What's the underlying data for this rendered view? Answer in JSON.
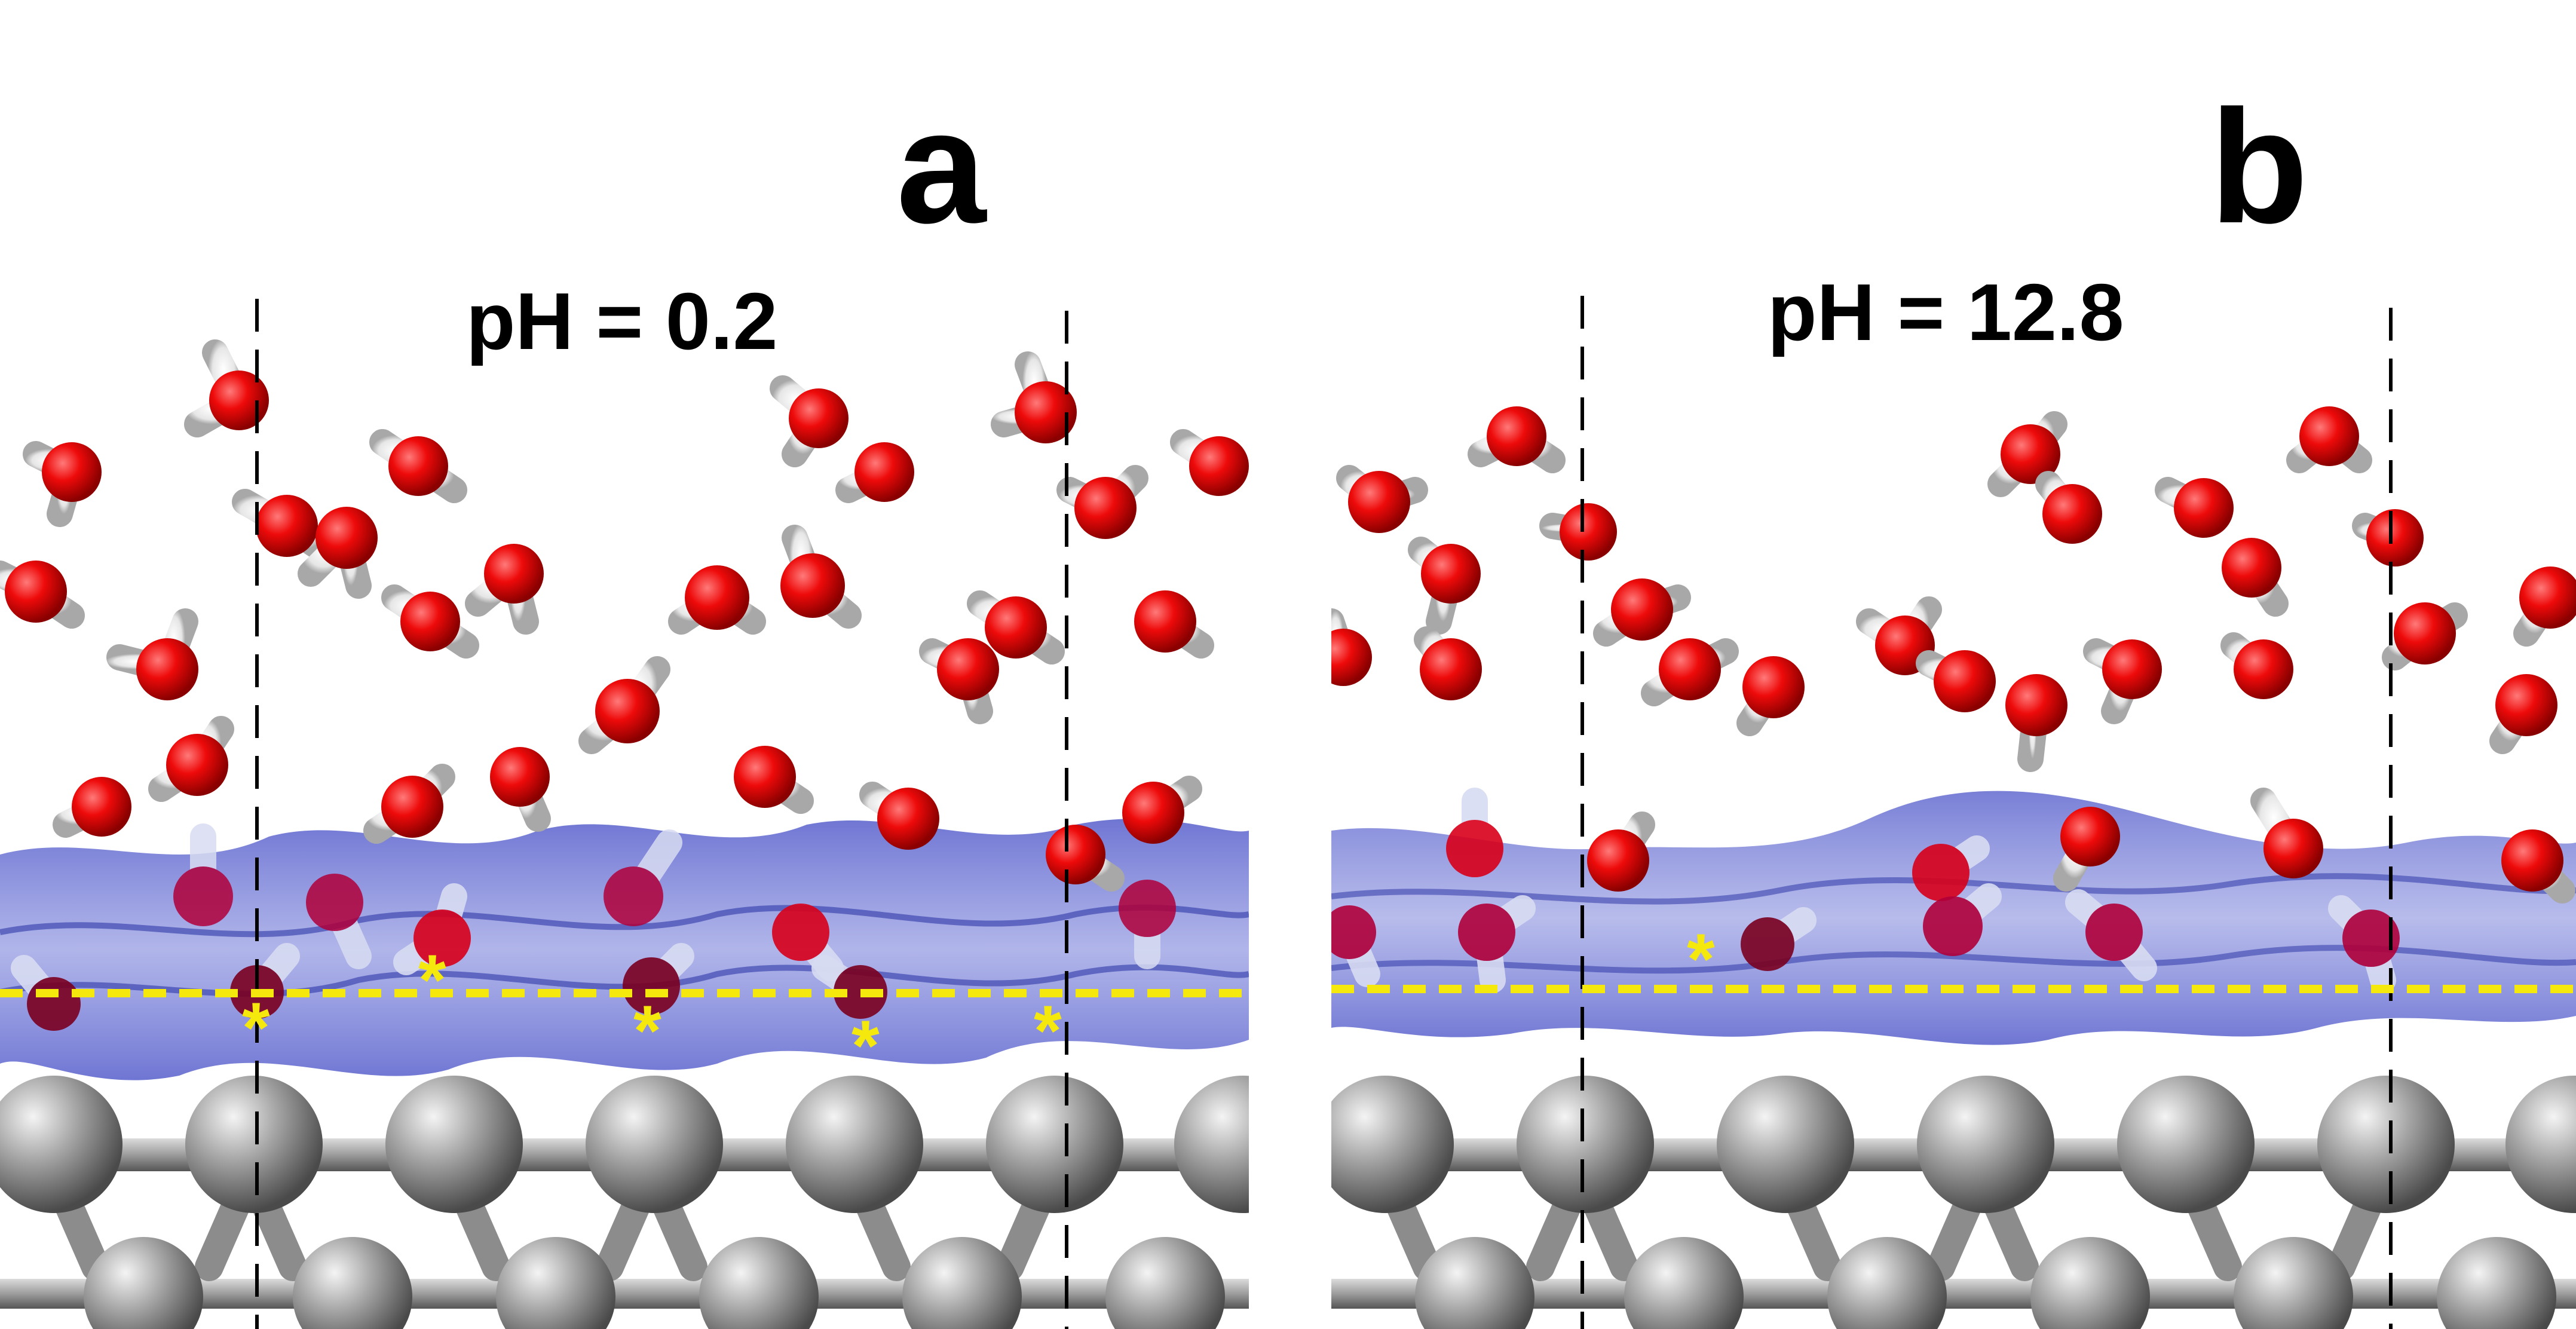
{
  "panels": [
    {
      "letter": "a",
      "ph_label": "pH = 0.2",
      "asterisk": "*"
    },
    {
      "letter": "b",
      "ph_label": "pH = 12.8",
      "asterisk": "*"
    }
  ],
  "colors": {
    "oxygen": "#e8000b",
    "hydrogen": "#f2f2f2",
    "metal": "#9a9a9a",
    "density_surface": "#5560c8",
    "reference_line": "#f2e60a",
    "divider": "#000000"
  },
  "icons": {
    "water_molecule": "water-molecule-icon",
    "metal_atom": "metal-atom-sphere",
    "asterisk": "asterisk-marker"
  }
}
